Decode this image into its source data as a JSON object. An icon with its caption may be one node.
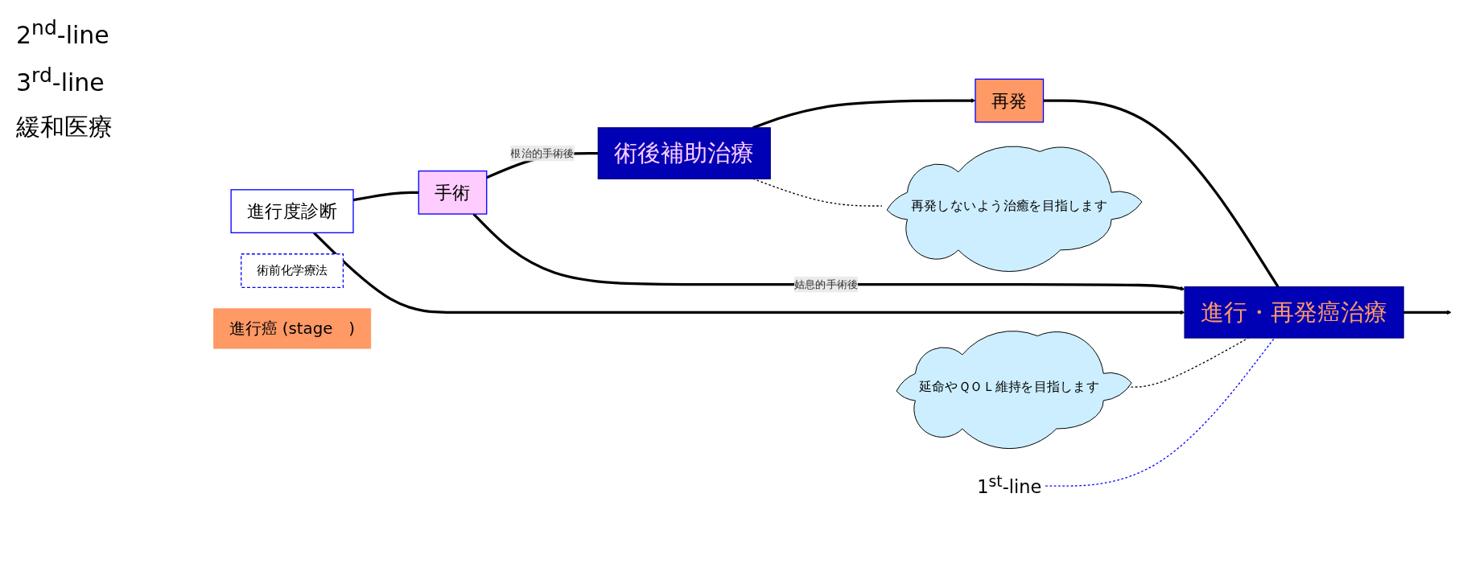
{
  "diagram": {
    "nodes": [
      {
        "text": [
          "進行度診断"
        ]
      },
      {
        "text": [
          "術前化学療法"
        ]
      },
      {
        "text": [
          "手術"
        ]
      },
      {
        "text": [
          "術後補助治療"
        ]
      },
      {
        "text": [
          "再発"
        ]
      },
      {
        "text": [
          "進行・再発癌治療"
        ]
      },
      {
        "text": [
          "再発しないよう治癒を目指します"
        ]
      },
      {
        "text": [
          "延命やＱＯＬ維持を目指します"
        ]
      },
      {
        "text": [
          "進行癌 (stage　)"
        ]
      },
      {
        "text": [
          "1$^{st}$-line"
        ]
      }
    ],
    "edges": [
      {
        "from": 0,
        "to": 2,
        "arrow": "none"
      },
      {
        "from": 2,
        "to": 3,
        "arrow": "none",
        "label": "根治的手術後"
      },
      {
        "from": 3,
        "to": 4,
        "arrow": "to"
      },
      {
        "from": 4,
        "to": 5,
        "arrow": "none"
      },
      {
        "from": 5,
        "to": null,
        "arrow": "to"
      },
      {
        "from": 2,
        "to": 5,
        "arrow": "to",
        "label": "姑息的手術後"
      },
      {
        "from": 0,
        "to": 5,
        "arrow": "to"
      },
      {
        "from": 6,
        "to": 3,
        "arrow": "none",
        "style": "dashed"
      },
      {
        "from": 7,
        "to": 5,
        "arrow": "none",
        "style": "dashed"
      },
      {
        "from": 9,
        "to": 5,
        "arrow": "none",
        "style": "dashed",
        "color": "#0000ff"
      }
    ],
    "labels": [
      "2$^{nd}$-line",
      "3$^{rd}$-line",
      "緩和医療"
    ]
  }
}
